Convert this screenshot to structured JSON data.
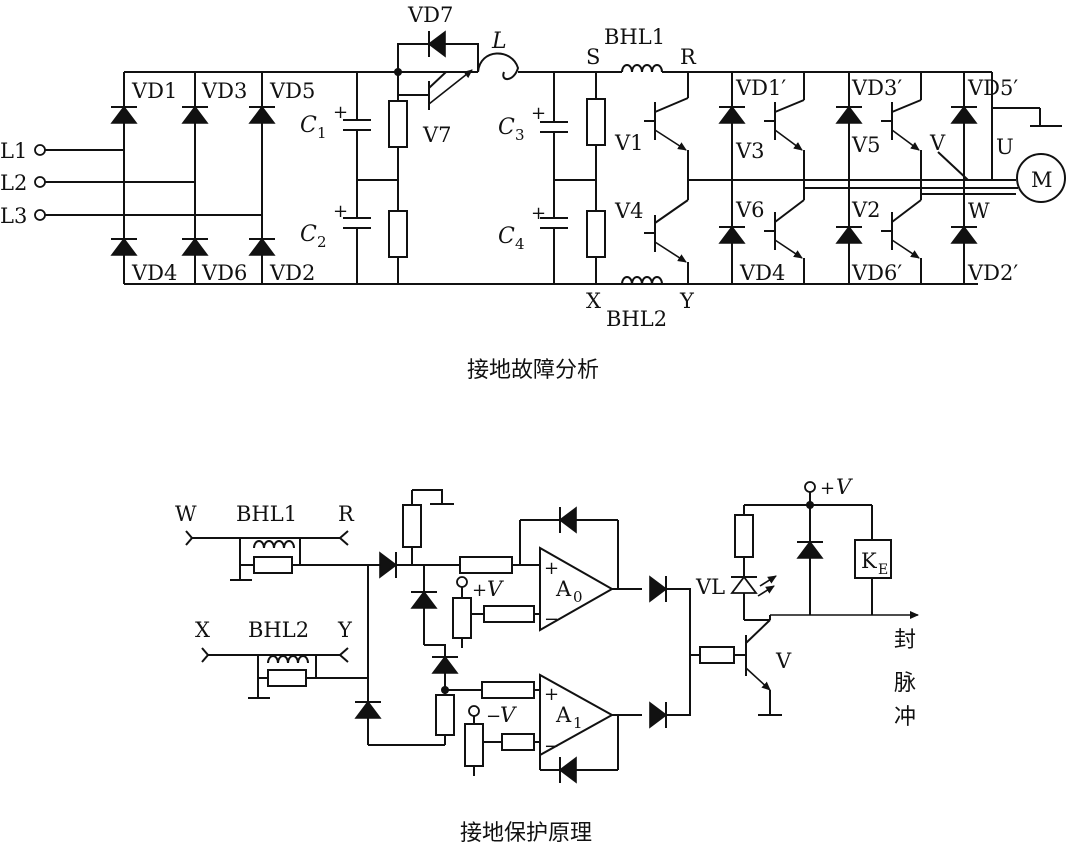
{
  "figure1": {
    "caption": "接地故障分析",
    "labels": {
      "L1": "L1",
      "L2": "L2",
      "L3": "L3",
      "VD1": "VD1",
      "VD3": "VD3",
      "VD5": "VD5",
      "VD4": "VD4",
      "VD6": "VD6",
      "VD2": "VD2",
      "C1": "C",
      "C1sub": "1",
      "C2": "C",
      "C2sub": "2",
      "C3": "C",
      "C3sub": "3",
      "C4": "C",
      "C4sub": "4",
      "plus": "+",
      "VD7": "VD7",
      "V7": "V7",
      "L": "L",
      "S": "S",
      "R": "R",
      "X": "X",
      "Y": "Y",
      "BHL1": "BHL1",
      "BHL2": "BHL2",
      "V1": "V1",
      "V4": "V4",
      "V3": "V3",
      "V6": "V6",
      "V5": "V5",
      "V2": "V2",
      "VD1p": "VD1′",
      "VD3p": "VD3′",
      "VD5p": "VD5′",
      "VD4i": "VD4",
      "VD6p": "VD6′",
      "VD2p": "VD2′",
      "U": "U",
      "Vph": "V",
      "W": "W",
      "M": "M"
    }
  },
  "figure2": {
    "caption": "接地保护原理",
    "labels": {
      "W": "W",
      "BHL1": "BHL1",
      "R": "R",
      "X": "X",
      "BHL2": "BHL2",
      "Y": "Y",
      "plusV1": "+",
      "V1": "V",
      "minusV": "−",
      "V2": "V",
      "A0": "A",
      "A0sub": "0",
      "A1": "A",
      "A1sub": "1",
      "plus": "+",
      "minus": "−",
      "plusVtop": "+",
      "Vtop": "V",
      "VL": "VL",
      "KE": "K",
      "KEsub": "E",
      "V": "V",
      "fengmaichong": [
        "封",
        "脉",
        "冲"
      ]
    }
  }
}
